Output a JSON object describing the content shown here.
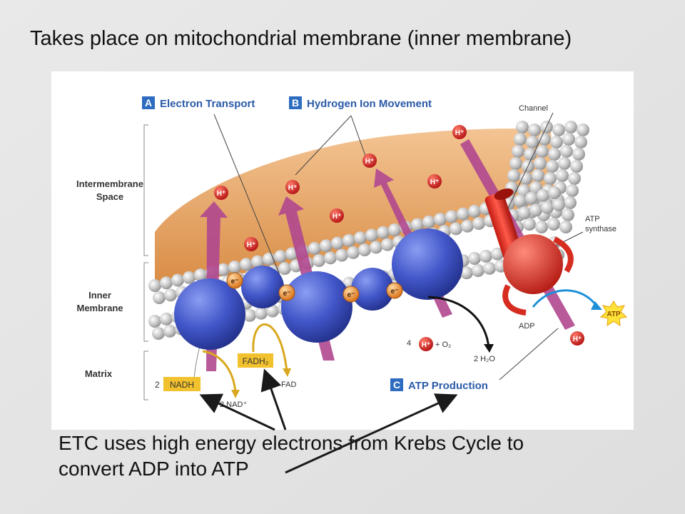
{
  "slide": {
    "title": "Takes place on mitochondrial membrane (inner membrane)",
    "caption_line1": "ETC uses high energy electrons from Krebs Cycle to",
    "caption_line2": "convert ADP into ATP"
  },
  "diagram": {
    "section_a": {
      "letter": "A",
      "label": "Electron Transport"
    },
    "section_b": {
      "letter": "B",
      "label": "Hydrogen Ion Movement"
    },
    "section_c": {
      "letter": "C",
      "label": "ATP Production"
    },
    "regions": {
      "intermembrane_1": "Intermembrane",
      "intermembrane_2": "Space",
      "inner_1": "Inner",
      "inner_2": "Membrane",
      "matrix": "Matrix"
    },
    "labels": {
      "channel": "Channel",
      "atp_synthase_1": "ATP",
      "atp_synthase_2": "synthase",
      "adp": "ADP",
      "atp": "ATP",
      "nadh_count": "2",
      "nadh": "NADH",
      "nad_plus": "2 NAD⁺",
      "fadh2": "FADH₂",
      "fad": "FAD",
      "h_count": "4",
      "plus_o2": "+ O₂",
      "water": "2 H₂O",
      "electron": "e⁻",
      "hydrogen_ion": "H⁺"
    },
    "colors": {
      "section_tag": "#2d6cc0",
      "section_text": "#2a5aa8",
      "protein": "#3b4fc0",
      "h_ion": "#cc2222",
      "electron": "#e88a2a",
      "carrier_box": "#f2c12e",
      "arrow_purple": "#b0478f",
      "synthase": "#d62d20",
      "membrane_orange": "#e8a665"
    }
  }
}
